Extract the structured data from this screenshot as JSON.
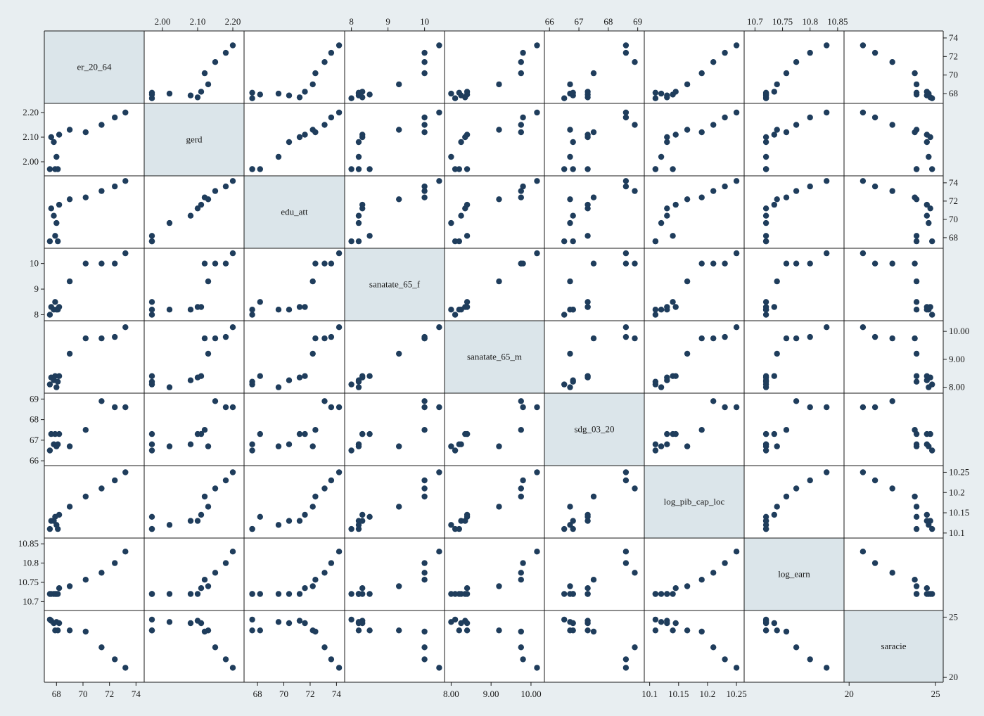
{
  "chart_data": {
    "type": "scatter",
    "variables": [
      {
        "name": "er_20_64",
        "range": [
          67.4,
          74.3
        ],
        "ticks": [
          {
            "v": 68,
            "label": "68"
          },
          {
            "v": 70,
            "label": "70"
          },
          {
            "v": 72,
            "label": "72"
          },
          {
            "v": 74,
            "label": "74"
          }
        ]
      },
      {
        "name": "gerd",
        "range": [
          1.96,
          2.22
        ],
        "ticks": [
          {
            "v": 2.0,
            "label": "2.00"
          },
          {
            "v": 2.1,
            "label": "2.10"
          },
          {
            "v": 2.2,
            "label": "2.20"
          }
        ]
      },
      {
        "name": "edu_att",
        "range": [
          67.3,
          74.3
        ],
        "ticks": [
          {
            "v": 68,
            "label": "68"
          },
          {
            "v": 70,
            "label": "70"
          },
          {
            "v": 72,
            "label": "72"
          },
          {
            "v": 74,
            "label": "74"
          }
        ]
      },
      {
        "name": "sanatate_65_f",
        "range": [
          7.93,
          10.43
        ],
        "ticks": [
          {
            "v": 8,
            "label": "8"
          },
          {
            "v": 9,
            "label": "9"
          },
          {
            "v": 10,
            "label": "10"
          }
        ]
      },
      {
        "name": "sanatate_65_m",
        "range": [
          7.94,
          10.23
        ],
        "ticks": [
          {
            "v": 8.0,
            "label": "8.00"
          },
          {
            "v": 9.0,
            "label": "9.00"
          },
          {
            "v": 10.0,
            "label": "10.00"
          }
        ]
      },
      {
        "name": "sdg_03_20",
        "range": [
          65.97,
          69.08
        ],
        "ticks": [
          {
            "v": 66,
            "label": "66"
          },
          {
            "v": 67,
            "label": "67"
          },
          {
            "v": 68,
            "label": "68"
          },
          {
            "v": 69,
            "label": "69"
          }
        ]
      },
      {
        "name": "log_pib_cap_loc",
        "range": [
          10.098,
          10.256
        ],
        "ticks": [
          {
            "v": 10.1,
            "label": "10.1"
          },
          {
            "v": 10.15,
            "label": "10.15"
          },
          {
            "v": 10.2,
            "label": "10.2"
          },
          {
            "v": 10.25,
            "label": "10.25"
          }
        ]
      },
      {
        "name": "log_earn",
        "range": [
          10.688,
          10.854
        ],
        "ticks": [
          {
            "v": 10.7,
            "label": "10.7"
          },
          {
            "v": 10.75,
            "label": "10.75"
          },
          {
            "v": 10.8,
            "label": "10.8"
          },
          {
            "v": 10.85,
            "label": "10.85"
          }
        ]
      },
      {
        "name": "saracie",
        "range": [
          19.95,
          25.2
        ],
        "ticks": [
          {
            "v": 20,
            "label": "20"
          },
          {
            "v": 25,
            "label": "25"
          }
        ]
      }
    ],
    "observations": [
      [
        67.5,
        1.97,
        67.6,
        8.0,
        8.1,
        66.5,
        10.11,
        10.72,
        24.8
      ],
      [
        67.6,
        2.1,
        71.2,
        8.3,
        8.35,
        67.3,
        10.13,
        10.72,
        24.7
      ],
      [
        67.8,
        2.08,
        70.4,
        8.2,
        8.25,
        66.8,
        10.13,
        10.72,
        24.5
      ],
      [
        67.9,
        1.97,
        68.2,
        8.5,
        8.4,
        67.3,
        10.14,
        10.72,
        23.9
      ],
      [
        68.0,
        2.02,
        69.6,
        8.2,
        8.0,
        66.7,
        10.12,
        10.72,
        24.6
      ],
      [
        68.1,
        1.97,
        67.6,
        8.2,
        8.2,
        66.8,
        10.11,
        10.72,
        23.9
      ],
      [
        68.2,
        2.11,
        71.6,
        8.3,
        8.4,
        67.3,
        10.145,
        10.735,
        24.5
      ],
      [
        69.0,
        2.13,
        72.2,
        9.3,
        9.2,
        66.7,
        10.165,
        10.74,
        23.9
      ],
      [
        70.2,
        2.12,
        72.4,
        10.0,
        9.75,
        67.5,
        10.19,
        10.757,
        23.8
      ],
      [
        71.4,
        2.15,
        73.1,
        10.0,
        9.75,
        68.9,
        10.21,
        10.775,
        22.5
      ],
      [
        72.4,
        2.18,
        73.6,
        10.0,
        9.8,
        68.6,
        10.23,
        10.8,
        21.5
      ],
      [
        73.2,
        2.2,
        74.2,
        10.4,
        10.15,
        68.6,
        10.25,
        10.83,
        20.8
      ]
    ]
  }
}
